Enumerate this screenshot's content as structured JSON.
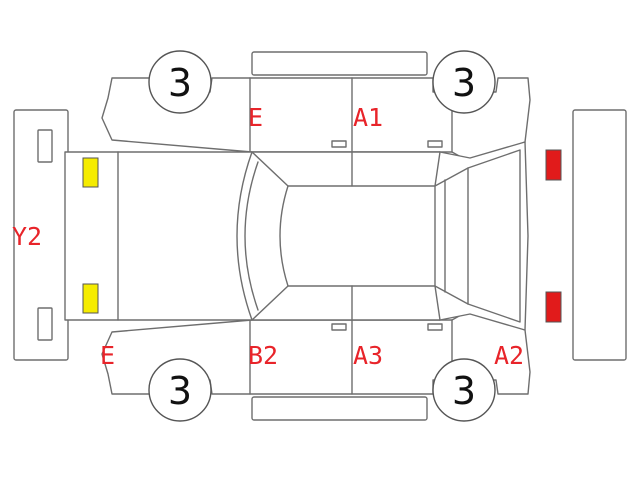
{
  "wheels": [
    {
      "id": "front-left",
      "value": "3"
    },
    {
      "id": "rear-left",
      "value": "3"
    },
    {
      "id": "front-right",
      "value": "3"
    },
    {
      "id": "rear-right",
      "value": "3"
    }
  ],
  "labels": {
    "top_left_door": "E",
    "top_right_door": "A1",
    "rear_bumper": "Y2",
    "bottom_left_corner": "E",
    "bottom_left_door": "B2",
    "bottom_right_door": "A3",
    "bottom_right_corner": "A2"
  },
  "colors": {
    "label_red": "#e8242a",
    "marker_yellow": "#f5ec00",
    "marker_red": "#e11b1b",
    "outline": "#6e6e6e"
  }
}
